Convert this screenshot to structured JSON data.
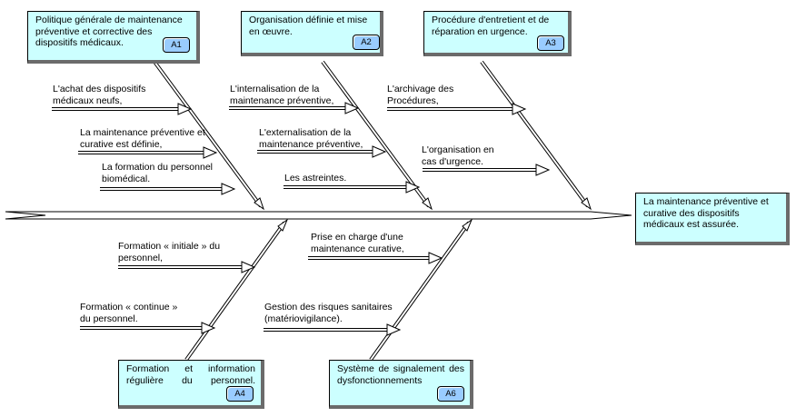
{
  "effect": {
    "text": "La maintenance préventive et curative des dispositifs médicaux est assurée."
  },
  "causes": [
    {
      "id": "A1",
      "tag": "A1",
      "text": "Politique générale de maintenance préventive et corrective des dispositifs médicaux."
    },
    {
      "id": "A2",
      "tag": "A2",
      "text": "Organisation définie et mise en œuvre."
    },
    {
      "id": "A3",
      "tag": "A3",
      "text": "Procédure d'entretient et de réparation en urgence."
    },
    {
      "id": "A4",
      "tag": "A4",
      "text": "Formation et information régulière du personnel."
    },
    {
      "id": "A6",
      "tag": "A6",
      "text": "Système de signalement des dysfonctionnements"
    }
  ],
  "subcauses": [
    {
      "cause": "A1",
      "text": "L'achat des dispositifs médicaux neufs,"
    },
    {
      "cause": "A1",
      "text": "La maintenance préventive et curative est définie,"
    },
    {
      "cause": "A1",
      "text": "La formation du personnel biomédical."
    },
    {
      "cause": "A2",
      "text": "L'internalisation de la maintenance préventive,"
    },
    {
      "cause": "A2",
      "text": "L'externalisation de la maintenance préventive,"
    },
    {
      "cause": "A2",
      "text": "Les astreintes."
    },
    {
      "cause": "A3",
      "text": "L'archivage des Procédures,"
    },
    {
      "cause": "A3",
      "text": "L'organisation en cas d'urgence."
    },
    {
      "cause": "A4",
      "text": "Formation « initiale » du personnel,"
    },
    {
      "cause": "A4",
      "text": "Formation « continue » du personnel."
    },
    {
      "cause": "A6",
      "text": "Prise en charge d'une maintenance curative,"
    },
    {
      "cause": "A6",
      "text": "Gestion des risques sanitaires (matériovigilance)."
    }
  ]
}
